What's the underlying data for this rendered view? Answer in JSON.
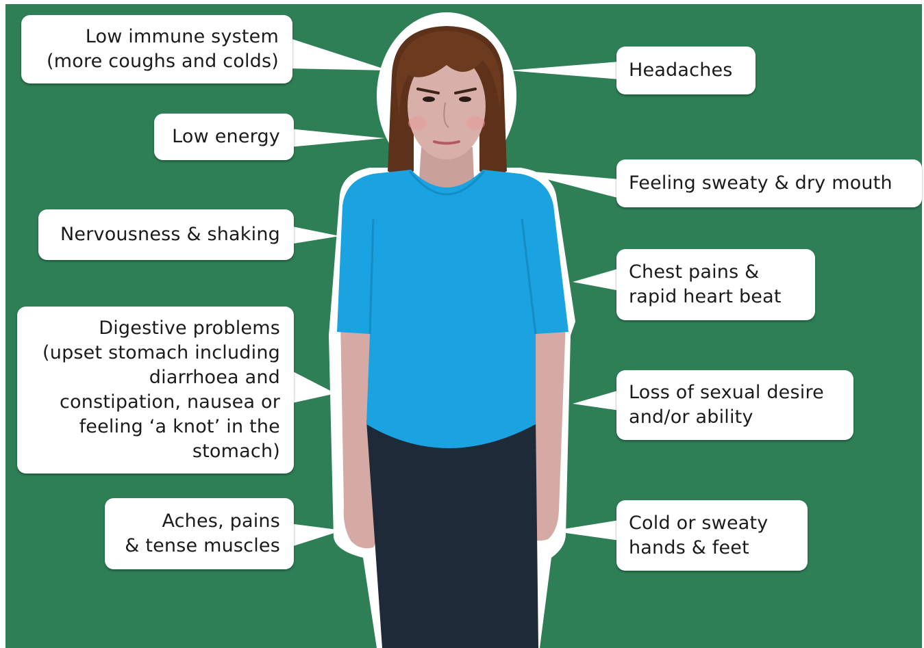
{
  "labels": {
    "immune": [
      "Low immune system",
      "(more coughs and colds)"
    ],
    "energy": [
      "Low energy"
    ],
    "nervous": [
      "Nervousness & shaking"
    ],
    "digestive": [
      "Digestive problems",
      "(upset stomach including",
      "diarrhoea and",
      "constipation, nausea or",
      "feeling ‘a knot’ in the",
      "stomach)"
    ],
    "aches": [
      "Aches, pains",
      "& tense muscles"
    ],
    "headaches": [
      "Headaches"
    ],
    "sweaty": [
      "Feeling sweaty & dry mouth"
    ],
    "chest": [
      "Chest pains &",
      "rapid heart beat"
    ],
    "sexual": [
      "Loss of sexual desire",
      "and/or ability"
    ],
    "hands": [
      "Cold or sweaty",
      "hands & feet"
    ]
  },
  "colors": {
    "background": "#2e7f56",
    "box": "#ffffff",
    "shirt": "#1aa3e0",
    "trousers": "#1f2a38",
    "skin": "#d7a9a3",
    "hair": "#6b3a1f"
  }
}
